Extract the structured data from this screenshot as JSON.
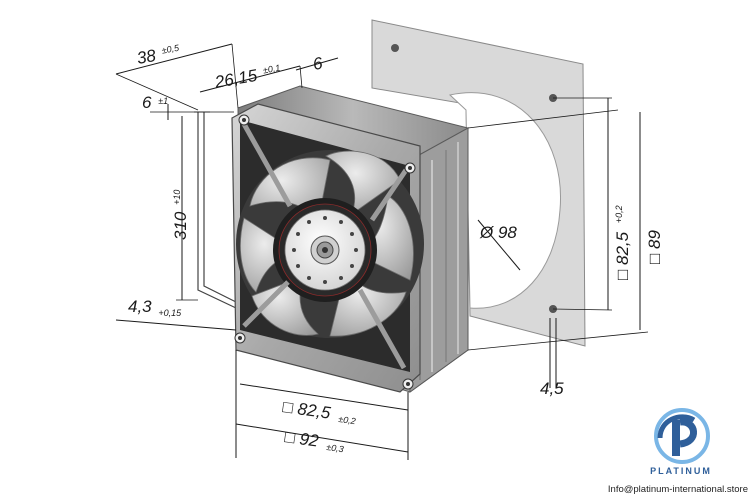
{
  "dimensions": {
    "depth": {
      "value": "38",
      "tol": "±0,5"
    },
    "body_depth": {
      "value": "26,15",
      "tol": "±0,1"
    },
    "flange": {
      "value": "6"
    },
    "lead_offset": {
      "value": "6",
      "tol": "±1"
    },
    "lead_length": {
      "value": "310",
      "tol": "+10"
    },
    "hole": {
      "value": "4,3",
      "tol": "+0,15"
    },
    "hole_pitch_bottom": {
      "value": "□ 82,5",
      "tol": "±0,2"
    },
    "frame_size": {
      "value": "□ 92",
      "tol": "±0,3"
    },
    "diameter": {
      "value": "Ø 98"
    },
    "hole_pitch_side": {
      "value": "□ 82,5",
      "tol": "+0,2"
    },
    "gasket_size": {
      "value": "□ 89"
    },
    "pin": {
      "value": "4,5"
    }
  },
  "brand": {
    "name": "PLATINUM",
    "contact": "Info@platinum-international.store",
    "color": "#2f5f9a",
    "accent": "#7ab6e6"
  }
}
